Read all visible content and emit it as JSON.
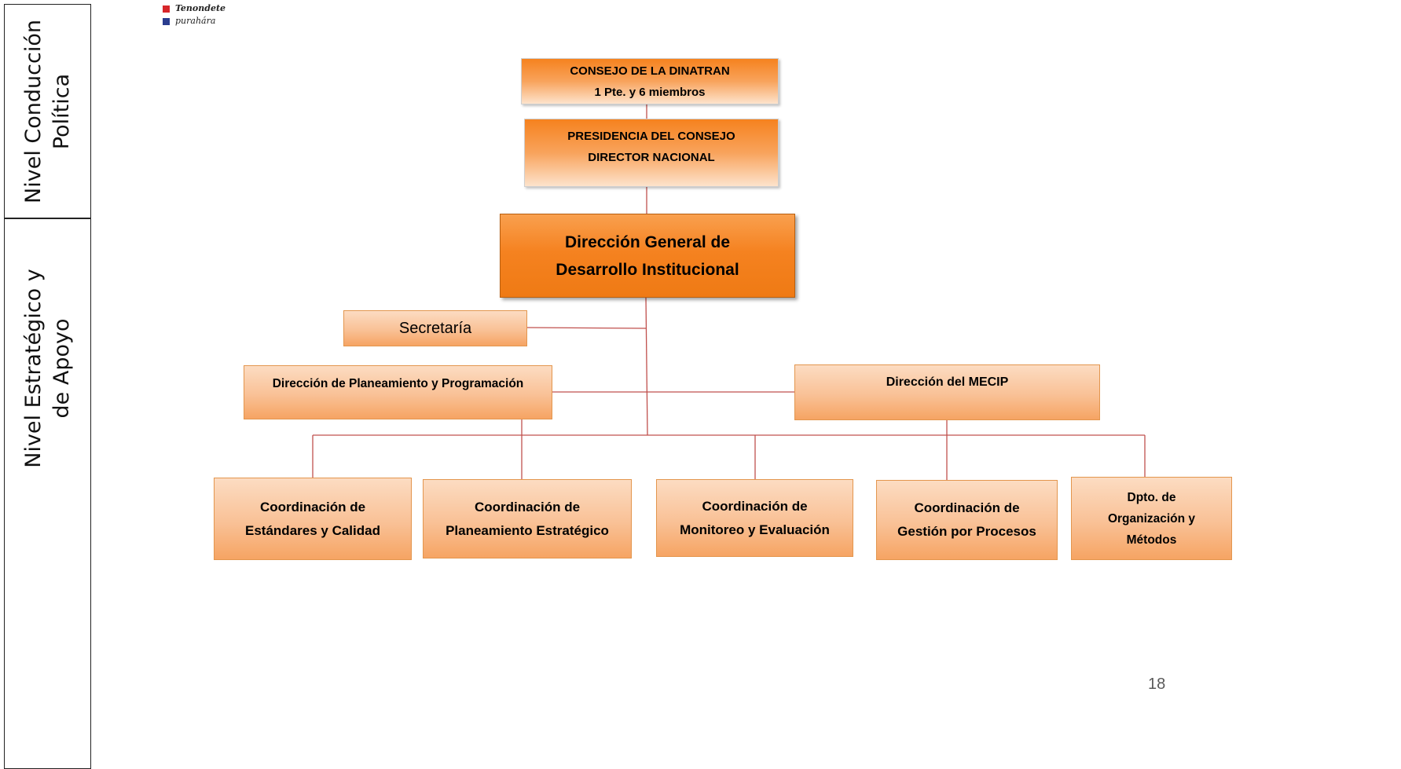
{
  "sidebar": {
    "level1": "Nivel Conducción\nPolítica",
    "level2": "Nivel Estratégico y\nde Apoyo"
  },
  "logo": {
    "line1": "Tenondete",
    "line2": "purahára"
  },
  "org": {
    "consejo": {
      "line1": "CONSEJO DE LA DINATRAN",
      "line2": "1 Pte. y 6 miembros"
    },
    "presidencia": {
      "line1": "PRESIDENCIA DEL CONSEJO",
      "line2": "DIRECTOR NACIONAL"
    },
    "direccion_general": {
      "line1": "Dirección General de",
      "line2": "Desarrollo Institucional"
    },
    "secretaria": "Secretaría",
    "dir_planeamiento": "Dirección de Planeamiento y Programación",
    "dir_mecip": "Dirección del MECIP",
    "coord_estandares": {
      "line1": "Coordinación de",
      "line2": "Estándares y Calidad"
    },
    "coord_planeamiento": {
      "line1": "Coordinación de",
      "line2": "Planeamiento Estratégico"
    },
    "coord_monitoreo": {
      "line1": "Coordinación de",
      "line2": "Monitoreo y Evaluación"
    },
    "coord_gestion": {
      "line1": "Coordinación de",
      "line2": "Gestión por Procesos"
    },
    "dpto_organizacion": {
      "line1": "Dpto. de",
      "line2": "Organización y",
      "line3": "Métodos"
    }
  },
  "page_number": "18",
  "colors": {
    "connector": "#c0504d",
    "box_border": "#e3964e",
    "main_box": "#f58220"
  }
}
